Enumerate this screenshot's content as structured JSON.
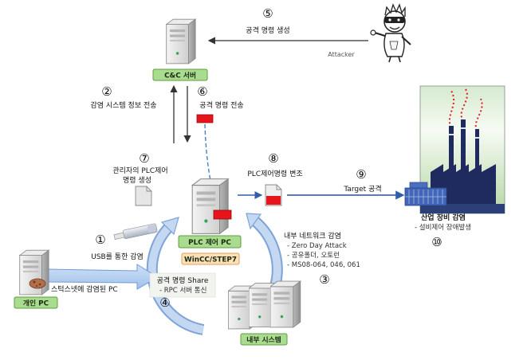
{
  "steps": [
    "①",
    "②",
    "③",
    "④",
    "⑤",
    "⑥",
    "⑦",
    "⑧",
    "⑨",
    "⑩"
  ],
  "labels": {
    "attack_cmd_create": "공격 명령 생성",
    "attacker": "Attacker",
    "cc_server": "C&C 서버",
    "infected_info_send": "감염 시스템 정보 전송",
    "attack_cmd_send": "공격 명령 전송",
    "admin_plc_cmd_line1": "관리자의 PLC제어",
    "admin_plc_cmd_line2": "명령 생성",
    "plc_cmd_tamper": "PLC제어명령 변조",
    "target_attack": "Target 공격",
    "industrial_infection": "산업 장비 감염",
    "facility_failure": "- 설비제어 장애발생",
    "plc_control_pc": "PLC 제어 PC",
    "wincc": "WinCC/STEP7",
    "usb_infection": "USB를 통한 감염",
    "infected_pc": "스턱스넷에 감염된 PC",
    "personal_pc": "개인 PC",
    "cmd_share": "공격 명령 Share",
    "rpc": "- RPC 서버 통신",
    "internal_net_title": "내부 네트워크 감염",
    "zero_day": "- Zero Day Attack",
    "shared_folder": "- 공유폴더, 오토런",
    "ms08": "- MS08-064, 046, 061",
    "internal_system": "내부 시스템"
  },
  "icons": {
    "cc_server": "server-icon",
    "attacker": "attacker-icon",
    "plc_pc": "server-icon",
    "personal_pc": "pc-icon",
    "internal_servers": "server-icon",
    "usb": "usb-icon",
    "document": "document-icon",
    "factory": "factory-icon",
    "virus": "virus-icon"
  },
  "colors": {
    "label_box_fill": "#a9dc8e",
    "label_box_border": "#5e9c40",
    "wincc_fill": "#fde0b8",
    "wincc_border": "#e2a15a",
    "alert_red": "#e8141c",
    "arrow_dark": "#333333",
    "arrow_blue": "#3b6fb6",
    "ring_blue": "#c5d8f2"
  }
}
